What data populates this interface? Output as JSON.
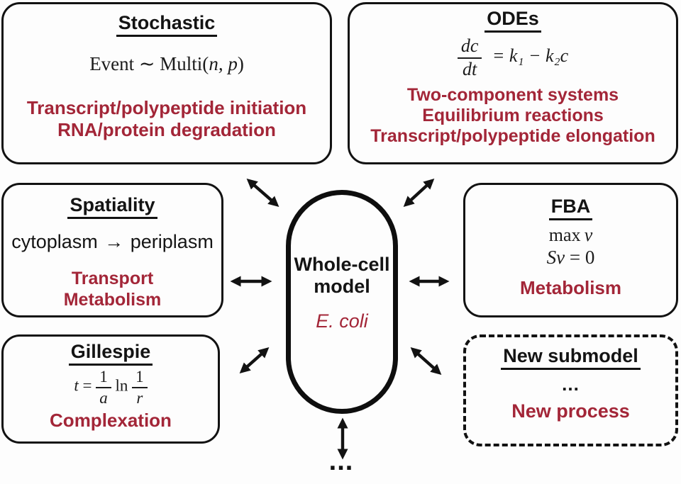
{
  "colors": {
    "accent_red": "#A32638",
    "line_black": "#121212",
    "background": "#fdfdfd"
  },
  "boxes": {
    "stochastic": {
      "title": "Stochastic",
      "formula": {
        "pre": "Event ",
        "tilde": "∼",
        "mid": " Multi(",
        "vars": "n, p",
        "post": ")"
      },
      "processes": [
        "Transcript/polypeptide initiation",
        "RNA/protein degradation"
      ]
    },
    "odes": {
      "title": "ODEs",
      "formula": {
        "num": "dc",
        "den": "dt",
        "rhs": "= k₁ − k₂c"
      },
      "processes": [
        "Two-component systems",
        "Equilibrium reactions",
        "Transcript/polypeptide elongation"
      ]
    },
    "spatiality": {
      "title": "Spatiality",
      "formula": {
        "from": "cytoplasm",
        "arrow": "→",
        "to": "periplasm"
      },
      "processes": [
        "Transport",
        "Metabolism"
      ]
    },
    "fba": {
      "title": "FBA",
      "formula": {
        "line1_roman": "max ",
        "line1_var": "v",
        "line2_var": "Sv",
        "line2_rest": " = 0"
      },
      "processes": [
        "Metabolism"
      ]
    },
    "gillespie": {
      "title": "Gillespie",
      "formula": {
        "var": "t",
        "eq": " = ",
        "frac1_num": "1",
        "frac1_den": "a",
        "ln": " ln ",
        "frac2_num": "1",
        "frac2_den": "r"
      },
      "processes": [
        "Complexation"
      ]
    },
    "new_submodel": {
      "title": "New submodel",
      "placeholder_dots": "...",
      "processes": [
        "New process"
      ]
    }
  },
  "center": {
    "title_line1": "Whole-cell",
    "title_line2": "model",
    "organism": "E. coli"
  },
  "bottom_ellipsis": "..."
}
